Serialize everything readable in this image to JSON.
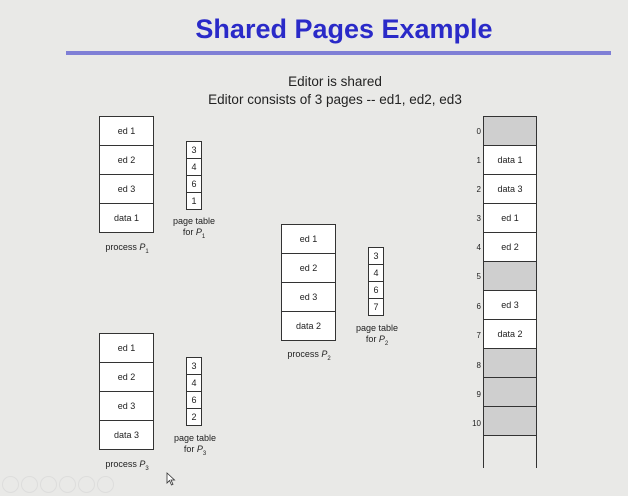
{
  "title": "Shared Pages Example",
  "subtitle": {
    "line1": "Editor is shared",
    "line2": "Editor  consists of 3 pages --  ed1, ed2, ed3"
  },
  "p1": {
    "pages": [
      "ed 1",
      "ed 2",
      "ed 3",
      "data 1"
    ],
    "table": [
      "3",
      "4",
      "6",
      "1"
    ],
    "label_main": "process ",
    "label_sym": "P",
    "label_sub": "1",
    "table_label_1": "page table",
    "table_label_2": "for "
  },
  "p2": {
    "pages": [
      "ed 1",
      "ed 2",
      "ed 3",
      "data 2"
    ],
    "table": [
      "3",
      "4",
      "6",
      "7"
    ],
    "label_main": "process ",
    "label_sym": "P",
    "label_sub": "2",
    "table_label_1": "page table",
    "table_label_2": "for "
  },
  "p3": {
    "pages": [
      "ed 1",
      "ed 2",
      "ed 3",
      "data 3"
    ],
    "table": [
      "3",
      "4",
      "6",
      "2"
    ],
    "label_main": "process ",
    "label_sym": "P",
    "label_sub": "3",
    "table_label_1": "page table",
    "table_label_2": "for "
  },
  "memory": {
    "indices": [
      "0",
      "1",
      "2",
      "3",
      "4",
      "5",
      "6",
      "7",
      "8",
      "9",
      "10"
    ],
    "frames": [
      "",
      "data 1",
      "data 3",
      "ed 1",
      "ed 2",
      "",
      "ed 3",
      "data 2",
      "",
      "",
      ""
    ]
  }
}
